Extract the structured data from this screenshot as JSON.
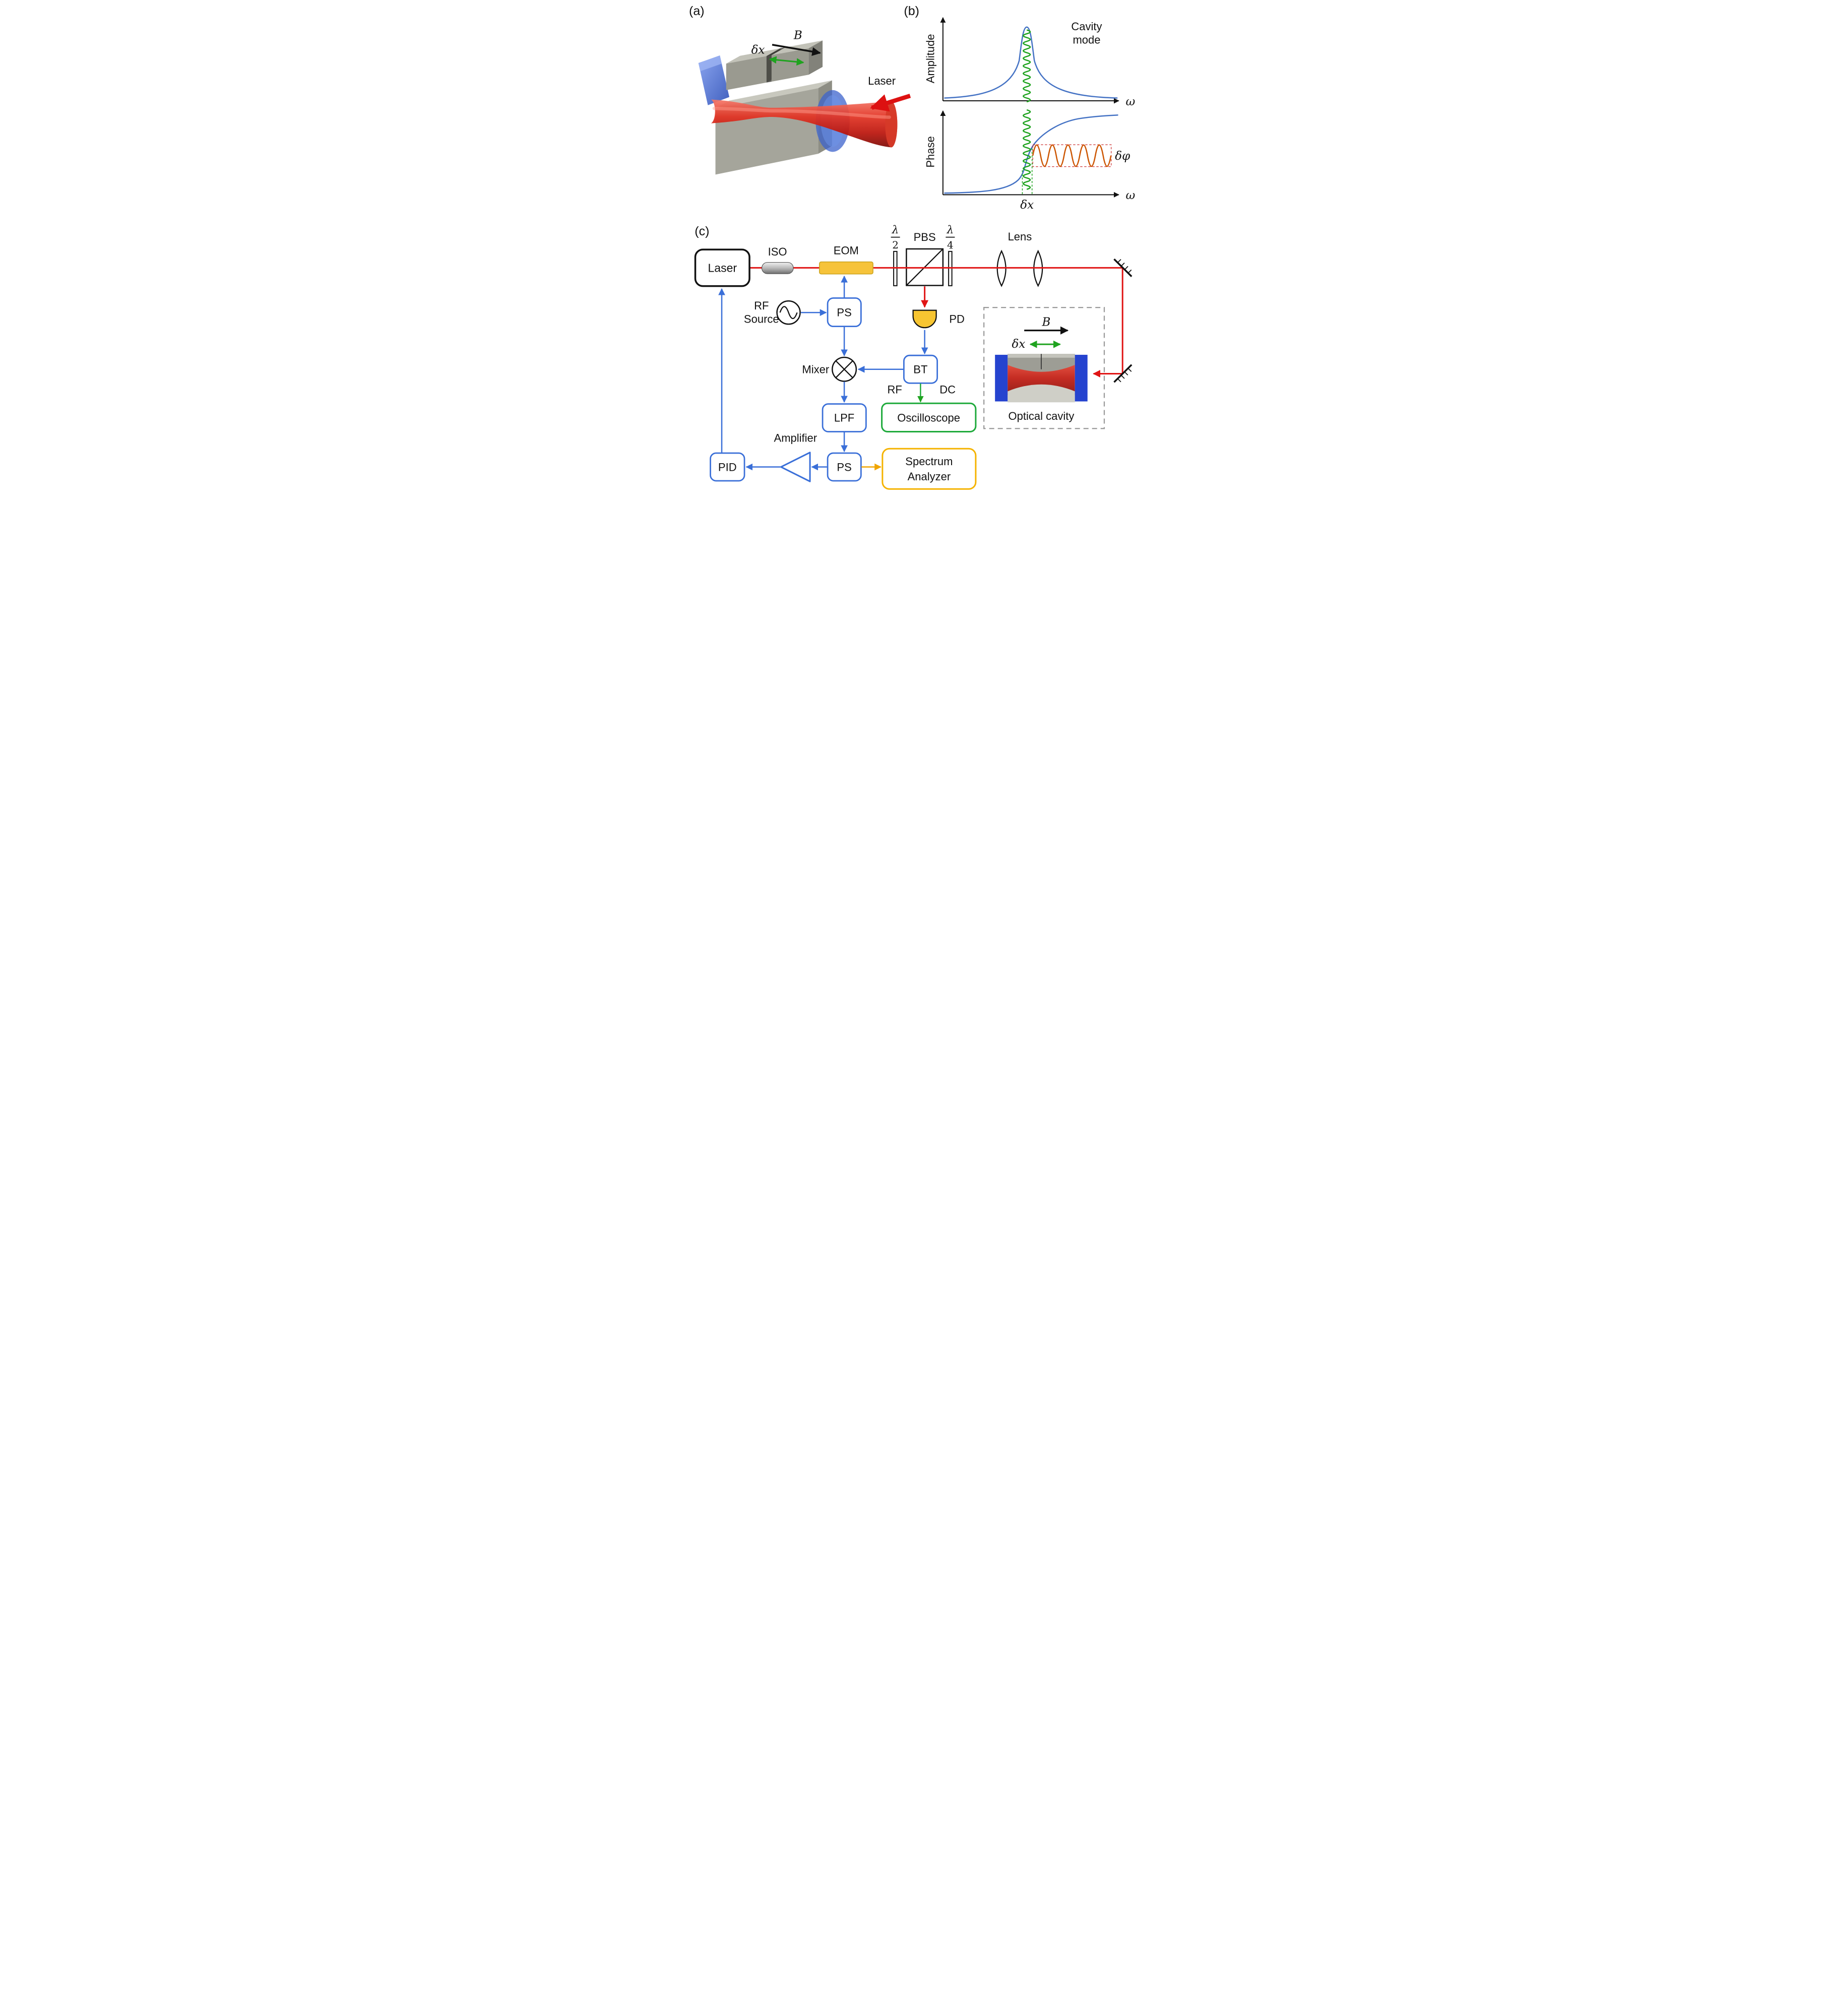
{
  "panel_a": {
    "label": "(a)",
    "field": "B",
    "displacement": "δx",
    "laser": "Laser"
  },
  "panel_b": {
    "label": "(b)",
    "amplitude": "Amplitude",
    "phase": "Phase",
    "cavity_line1": "Cavity",
    "cavity_line2": "mode",
    "omega": "ω",
    "phase_mod": "δφ",
    "displacement": "δx"
  },
  "panel_c": {
    "label": "(c)",
    "laser": "Laser",
    "iso": "ISO",
    "eom": "EOM",
    "hwp_num": "λ",
    "hwp_den": "2",
    "pbs": "PBS",
    "qwp_num": "λ",
    "qwp_den": "4",
    "lens": "Lens",
    "rf_line1": "RF",
    "rf_line2": "Source",
    "ps_top": "PS",
    "pd": "PD",
    "mixer": "Mixer",
    "bt": "BT",
    "rf_port": "RF",
    "dc_port": "DC",
    "oscilloscope": "Oscilloscope",
    "lpf": "LPF",
    "amplifier": "Amplifier",
    "pid": "PID",
    "ps_bottom": "PS",
    "sa_line1": "Spectrum",
    "sa_line2": "Analyzer",
    "inset_field": "B",
    "inset_displacement": "δx",
    "inset_caption": "Optical cavity"
  },
  "colors": {
    "beam_red": "#e01515",
    "signal_blue": "#3a6fd8",
    "carrier_green": "#1fa31f",
    "scope_green": "#1faa3c",
    "sa_yellow": "#f5b301",
    "curve_blue": "#4472c4",
    "phase_mod_orange": "#cc5500"
  },
  "chart_data": [
    {
      "type": "line",
      "title": "Cavity mode",
      "xlabel": "ω",
      "ylabel": "Amplitude",
      "series": [
        {
          "name": "cavity amplitude response",
          "shape": "Lorentzian peak at resonance"
        }
      ],
      "annotations": [
        "green sinusoid marks laser carrier at resonance"
      ]
    },
    {
      "type": "line",
      "xlabel": "ω",
      "ylabel": "Phase",
      "series": [
        {
          "name": "cavity phase response",
          "shape": "arctangent step across resonance"
        }
      ],
      "annotations": [
        "δx",
        "δφ",
        "orange sinusoid: phase modulation δφ produced by displacement δx"
      ]
    }
  ]
}
